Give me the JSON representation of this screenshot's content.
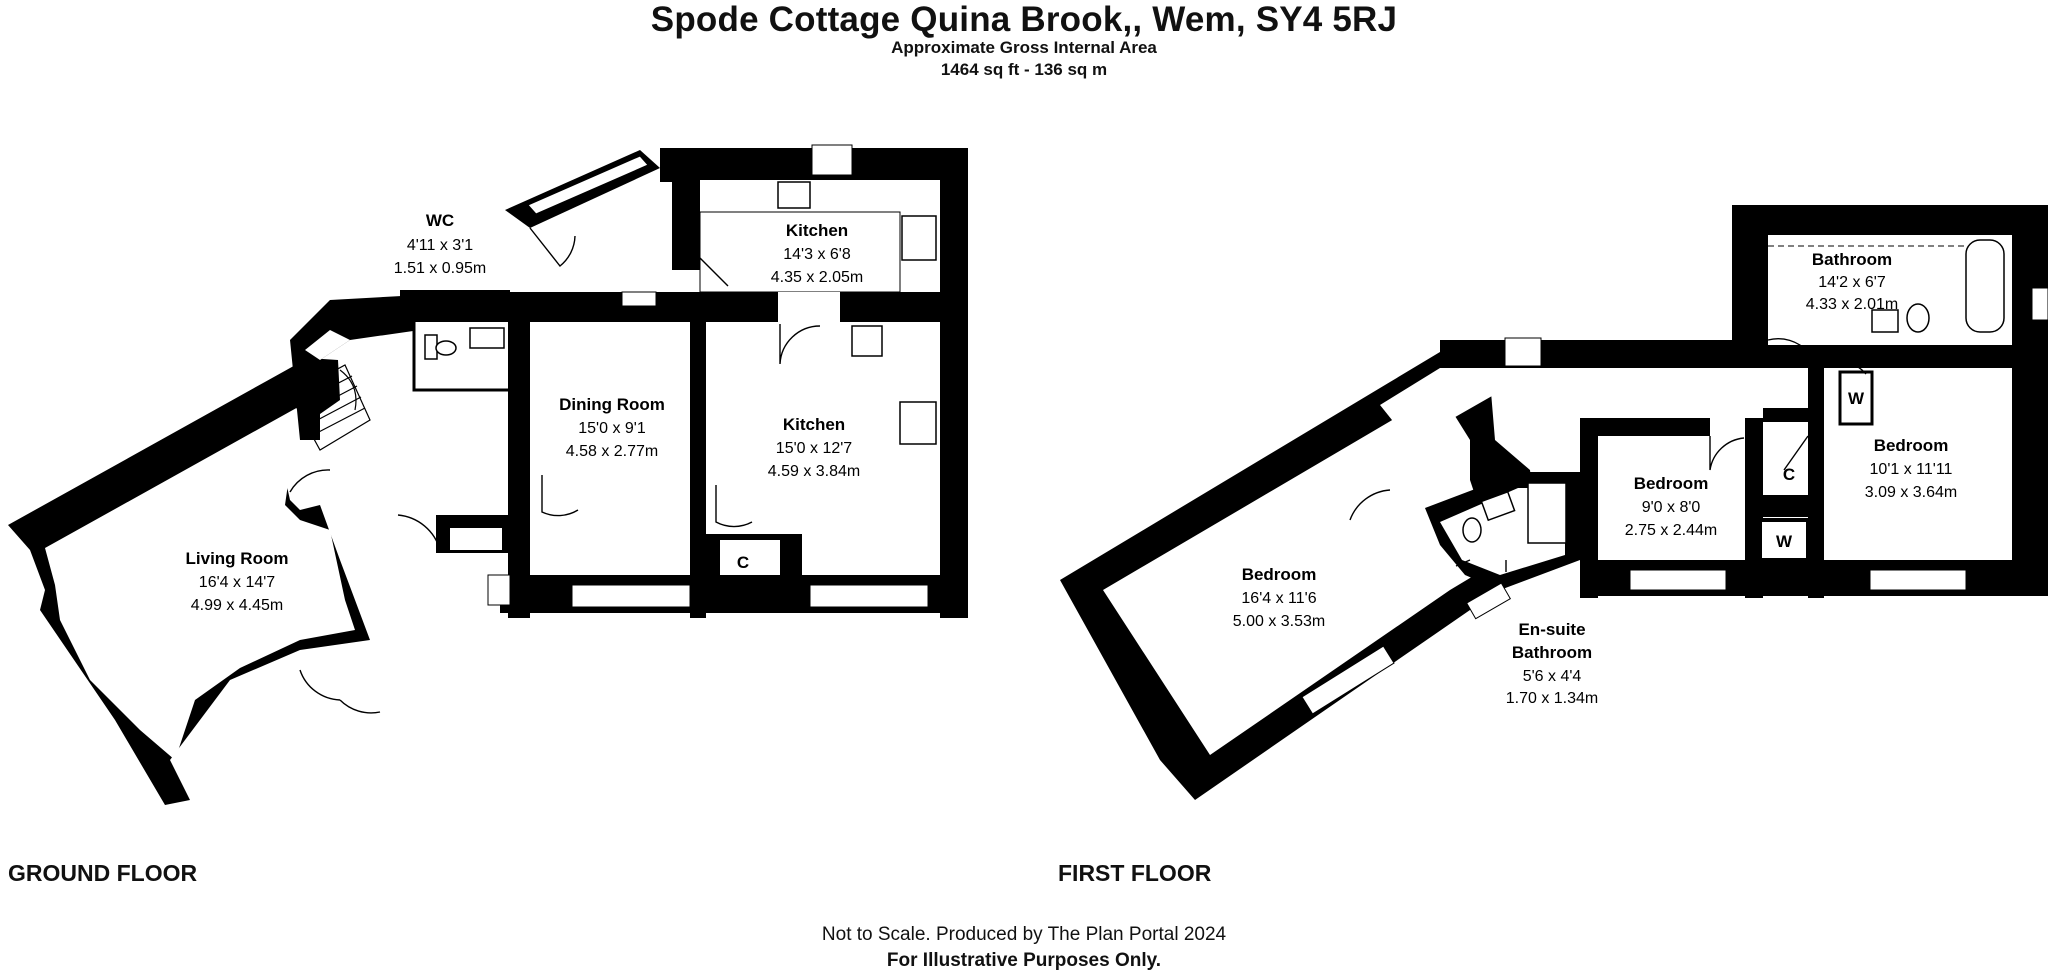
{
  "header": {
    "title": "Spode Cottage Quina Brook,, Wem, SY4 5RJ",
    "area_label": "Approximate Gross Internal Area",
    "area_value": "1464 sq ft - 136 sq m"
  },
  "floors": {
    "ground": "GROUND FLOOR",
    "first": "FIRST FLOOR"
  },
  "rooms": {
    "wc": {
      "name": "WC",
      "imperial": "4'11 x 3'1",
      "metric": "1.51 x 0.95m"
    },
    "kitchen_small": {
      "name": "Kitchen",
      "imperial": "14'3 x 6'8",
      "metric": "4.35 x 2.05m"
    },
    "dining": {
      "name": "Dining Room",
      "imperial": "15'0 x 9'1",
      "metric": "4.58 x 2.77m"
    },
    "kitchen_main": {
      "name": "Kitchen",
      "imperial": "15'0 x 12'7",
      "metric": "4.59 x 3.84m"
    },
    "living": {
      "name": "Living Room",
      "imperial": "16'4 x 14'7",
      "metric": "4.99 x 4.45m"
    },
    "bathroom": {
      "name": "Bathroom",
      "imperial": "14'2 x 6'7",
      "metric": "4.33 x 2.01m"
    },
    "bed_large": {
      "name": "Bedroom",
      "imperial": "16'4 x 11'6",
      "metric": "5.00 x 3.53m"
    },
    "bed_mid": {
      "name": "Bedroom",
      "imperial": "9'0 x 8'0",
      "metric": "2.75 x 2.44m"
    },
    "bed_right": {
      "name": "Bedroom",
      "imperial": "10'1 x 11'11",
      "metric": "3.09 x 3.64m"
    },
    "ensuite": {
      "name1": "En-suite",
      "name2": "Bathroom",
      "imperial": "5'6 x 4'4",
      "metric": "1.70 x 1.34m"
    }
  },
  "cupboards": {
    "c": "C",
    "w": "W"
  },
  "footer": {
    "line1": "Not to Scale. Produced by The Plan Portal 2024",
    "line2": "For Illustrative Purposes Only."
  }
}
